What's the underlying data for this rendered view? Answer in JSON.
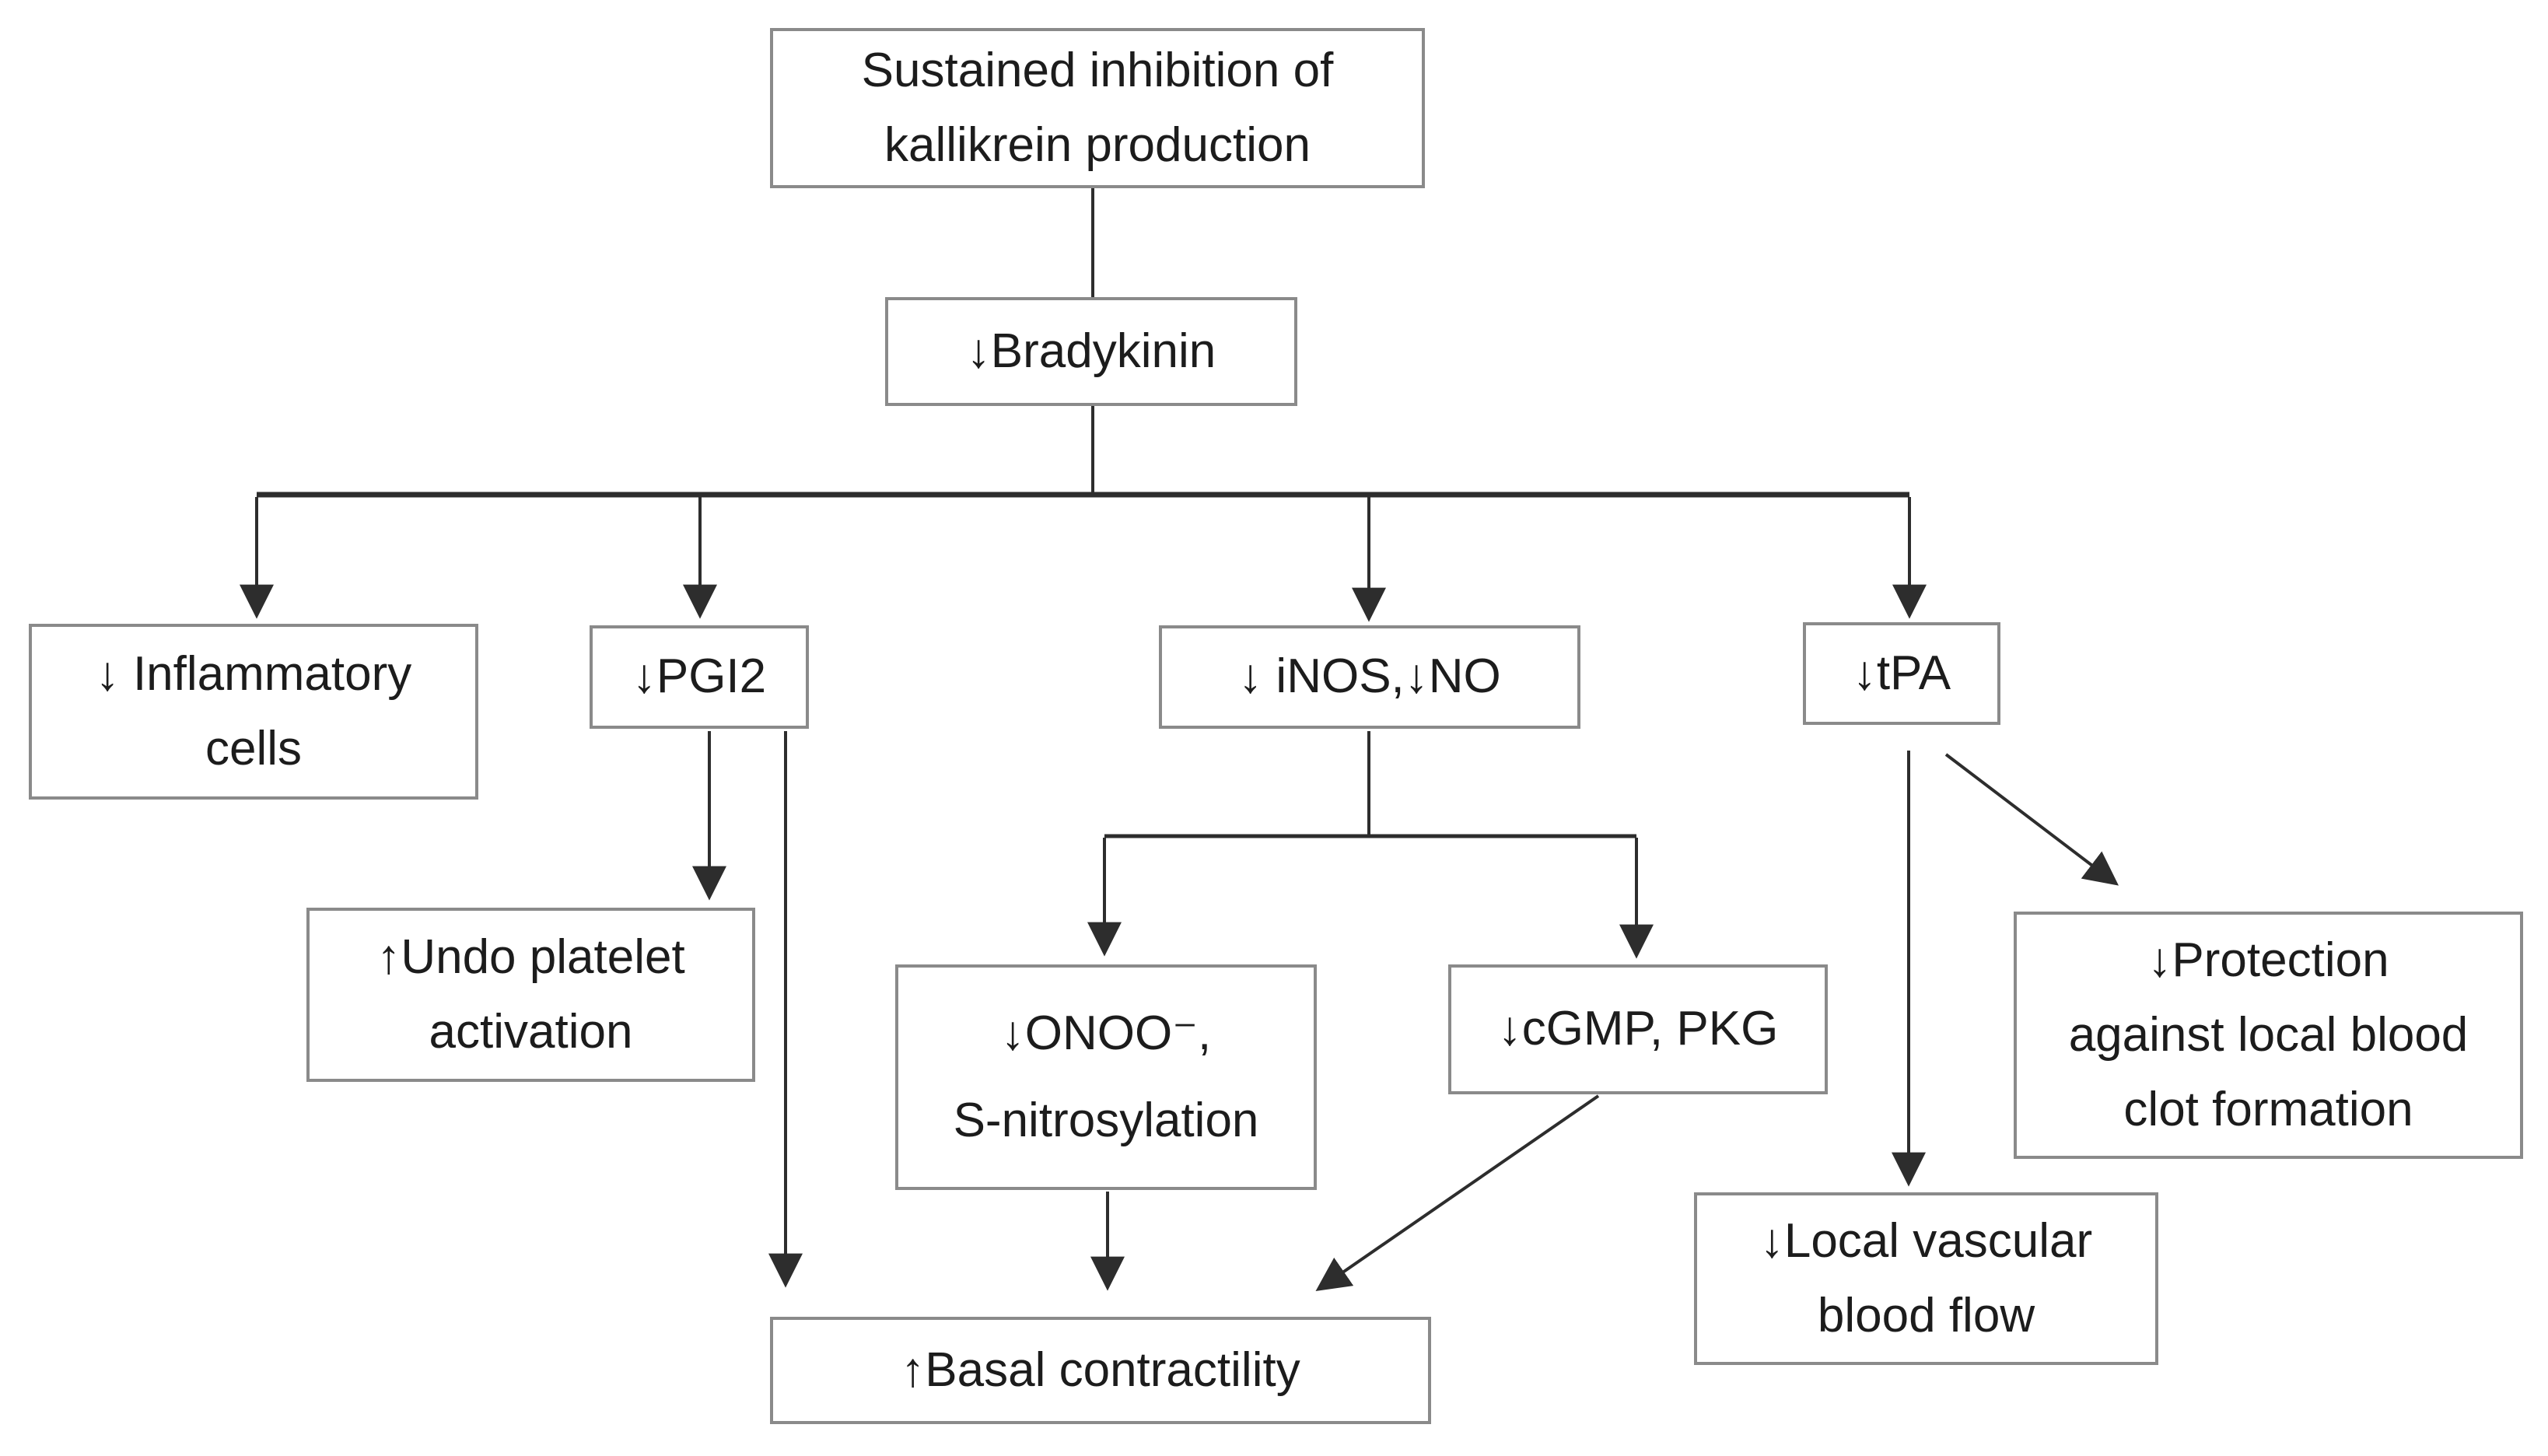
{
  "diagram": {
    "colors": {
      "background": "#ffffff",
      "box_border": "#8a8a8a",
      "line": "#2d2d2d",
      "text": "#1c1c1c"
    },
    "nodes": [
      {
        "id": "kallikrein",
        "label": "Sustained inhibition of\nkallikrein production"
      },
      {
        "id": "bradykinin",
        "label": "↓Bradykinin"
      },
      {
        "id": "inflammatory-cells",
        "label": "↓ Inflammatory\ncells"
      },
      {
        "id": "pgi2",
        "label": "↓PGI2"
      },
      {
        "id": "inos-no",
        "label": "↓ iNOS,↓NO"
      },
      {
        "id": "tpa",
        "label": "↓tPA"
      },
      {
        "id": "undo-platelet",
        "label": "↑Undo platelet\nactivation"
      },
      {
        "id": "onoo",
        "label": "↓ONOO⁻,\nS-nitrosylation"
      },
      {
        "id": "cgmp-pkg",
        "label": "↓cGMP, PKG"
      },
      {
        "id": "protection-clot",
        "label": "↓Protection\nagainst local blood\nclot formation"
      },
      {
        "id": "local-vascular",
        "label": "↓Local vascular\nblood flow"
      },
      {
        "id": "basal-contractility",
        "label": "↑Basal contractility"
      }
    ],
    "edges": [
      {
        "from": "kallikrein",
        "to": "bradykinin"
      },
      {
        "from": "bradykinin",
        "to": "inflammatory-cells"
      },
      {
        "from": "bradykinin",
        "to": "pgi2"
      },
      {
        "from": "bradykinin",
        "to": "inos-no"
      },
      {
        "from": "bradykinin",
        "to": "tpa"
      },
      {
        "from": "pgi2",
        "to": "undo-platelet"
      },
      {
        "from": "pgi2",
        "to": "basal-contractility"
      },
      {
        "from": "inos-no",
        "to": "onoo"
      },
      {
        "from": "inos-no",
        "to": "cgmp-pkg"
      },
      {
        "from": "onoo",
        "to": "basal-contractility"
      },
      {
        "from": "cgmp-pkg",
        "to": "basal-contractility"
      },
      {
        "from": "tpa",
        "to": "local-vascular"
      },
      {
        "from": "tpa",
        "to": "protection-clot"
      }
    ]
  }
}
